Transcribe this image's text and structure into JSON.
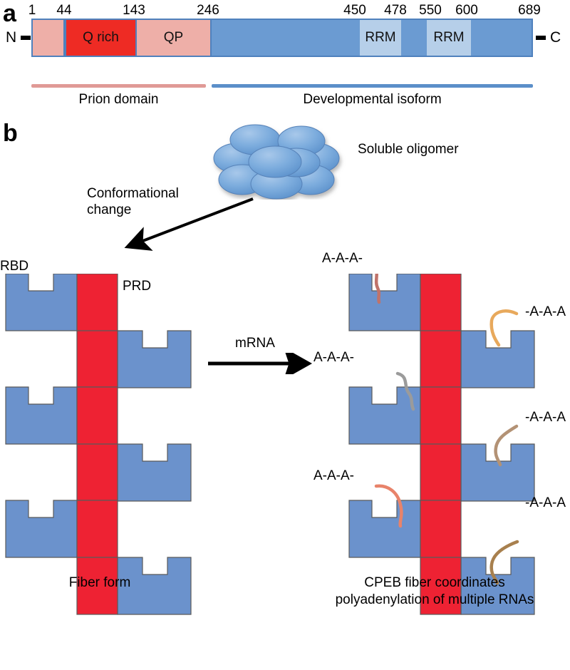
{
  "figure": {
    "panel_a_letter": "a",
    "panel_b_letter": "b"
  },
  "panel_a": {
    "domain_bar": {
      "n_terminus": "N",
      "c_terminus": "C",
      "residue_ticks": [
        {
          "label": "1",
          "position": 1
        },
        {
          "label": "44",
          "position": 44
        },
        {
          "label": "143",
          "position": 143
        },
        {
          "label": "246",
          "position": 246
        },
        {
          "label": "450",
          "position": 450
        },
        {
          "label": "478",
          "position": 478
        },
        {
          "label": "550",
          "position": 550
        },
        {
          "label": "600",
          "position": 600
        },
        {
          "label": "689",
          "position": 689
        }
      ],
      "segments": [
        {
          "name": "n-pink-1",
          "label": "",
          "start": 1,
          "end": 44,
          "color": "#eeafa8"
        },
        {
          "name": "q-rich",
          "label": "Q rich",
          "start": 44,
          "end": 143,
          "color": "#ee2b24"
        },
        {
          "name": "qp",
          "label": "QP",
          "start": 143,
          "end": 246,
          "color": "#eeafa8"
        },
        {
          "name": "blue-1",
          "label": "",
          "start": 246,
          "end": 450,
          "color": "#6b9bd2"
        },
        {
          "name": "rrm-1",
          "label": "RRM",
          "start": 450,
          "end": 478,
          "color": "#b6cfe9"
        },
        {
          "name": "blue-2",
          "label": "",
          "start": 478,
          "end": 550,
          "color": "#6b9bd2"
        },
        {
          "name": "rrm-2",
          "label": "RRM",
          "start": 550,
          "end": 600,
          "color": "#b6cfe9"
        },
        {
          "name": "blue-3",
          "label": "",
          "start": 600,
          "end": 689,
          "color": "#6b9bd2"
        }
      ]
    },
    "legend": [
      {
        "label": "Prion domain",
        "color": "#e09a96",
        "start": 1,
        "end": 246
      },
      {
        "label": "Developmental isoform",
        "color": "#5b8fc9",
        "start": 246,
        "end": 689
      }
    ]
  },
  "panel_b": {
    "oligomer_label": "Soluble oligomer",
    "conformational_change_label": "Conformational\nchange",
    "mrna_arrow_label": "mRNA",
    "left_fiber": {
      "rbd_label": "RBD",
      "prd_label": "PRD",
      "caption": "Fiber form",
      "rows": [
        {
          "side": "left"
        },
        {
          "side": "right"
        },
        {
          "side": "left"
        },
        {
          "side": "right"
        },
        {
          "side": "left"
        },
        {
          "side": "right"
        }
      ]
    },
    "right_fiber": {
      "caption_line1": "CPEB fiber coordinates",
      "caption_line2": "polyadenylation of multiple RNAs",
      "rows": [
        {
          "side": "left",
          "rna_label": "A-A-A-",
          "rna_color": "#c0736a"
        },
        {
          "side": "right",
          "rna_label": "-A-A-A",
          "rna_color": "#e8a95c"
        },
        {
          "side": "left",
          "rna_label": "A-A-A-",
          "rna_color": "#9b9b9b"
        },
        {
          "side": "right",
          "rna_label": "-A-A-A",
          "rna_color": "#b39275"
        },
        {
          "side": "left",
          "rna_label": "A-A-A-",
          "rna_color": "#e8836a"
        },
        {
          "side": "right",
          "rna_label": "-A-A-A",
          "rna_color": "#a8804e"
        }
      ]
    },
    "colors": {
      "fiber_blue": "#6b92cc",
      "fiber_red": "#ee2233",
      "oligomer_blue": "#6fa0d8",
      "stroke": "#5a5a5a"
    }
  }
}
